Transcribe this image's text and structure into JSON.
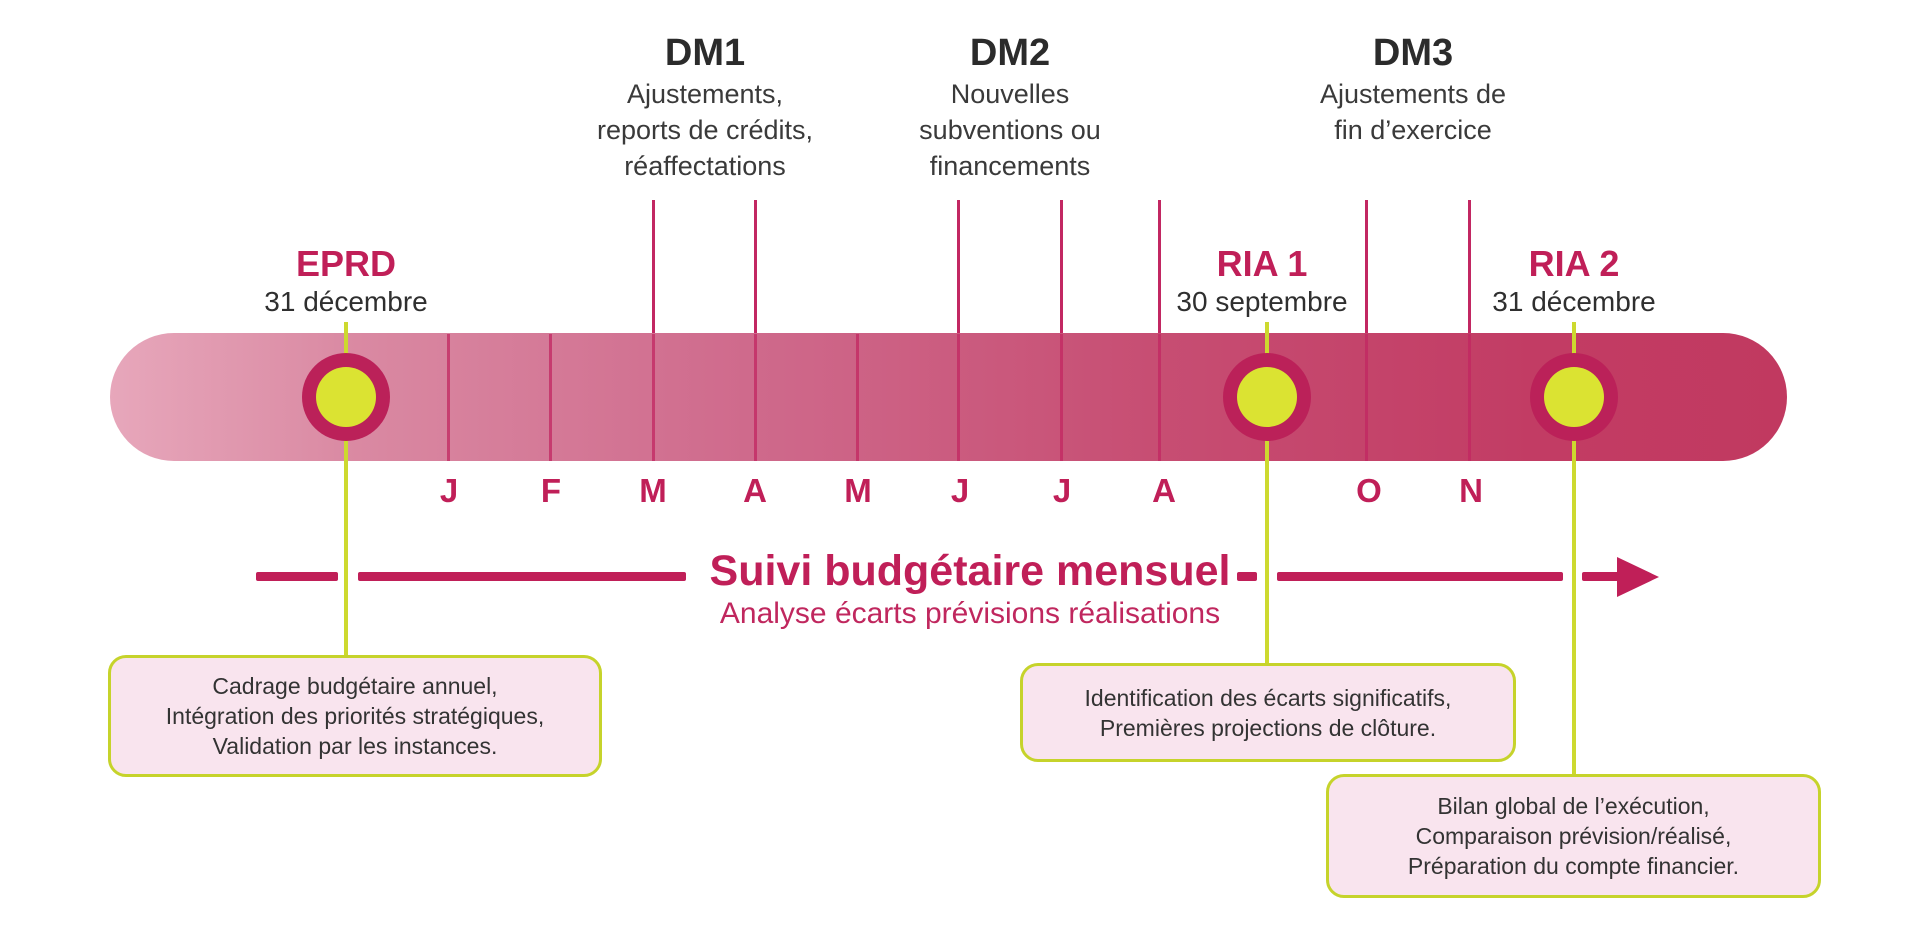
{
  "palette": {
    "accent_crimson": "#c01f58",
    "bar_gradient_start": "#e7a7bb",
    "bar_gradient_end": "#c13960",
    "lime_green": "#cdd92f",
    "marker_ring": "#bb2159",
    "marker_fill": "#dbe332",
    "callout_background": "#f9e4ee",
    "dark_text": "#2b2b2b"
  },
  "events": [
    {
      "title": "DM1",
      "lines": [
        "Ajustements,",
        "reports de crédits,",
        "réaffectations"
      ]
    },
    {
      "title": "DM2",
      "lines": [
        "Nouvelles",
        "subventions ou",
        "financements"
      ]
    },
    {
      "title": "DM3",
      "lines": [
        "Ajustements de",
        "fin d’exercice"
      ]
    }
  ],
  "milestones": [
    {
      "name": "EPRD",
      "date": "31 décembre"
    },
    {
      "name": "RIA 1",
      "date": "30 septembre"
    },
    {
      "name": "RIA 2",
      "date": "31 décembre"
    }
  ],
  "months": [
    "J",
    "F",
    "M",
    "A",
    "M",
    "J",
    "J",
    "A",
    "O",
    "N"
  ],
  "tracking": {
    "title": "Suivi budgétaire mensuel",
    "subtitle": "Analyse écarts prévisions réalisations"
  },
  "callouts": [
    {
      "lines": [
        "Cadrage budgétaire annuel,",
        "Intégration des priorités stratégiques,",
        "Validation par les instances."
      ]
    },
    {
      "lines": [
        "Identification des écarts significatifs,",
        "Premières projections de clôture."
      ]
    },
    {
      "lines": [
        "Bilan global de l’exécution,",
        "Comparaison prévision/réalisé,",
        "Préparation du compte financier."
      ]
    }
  ]
}
